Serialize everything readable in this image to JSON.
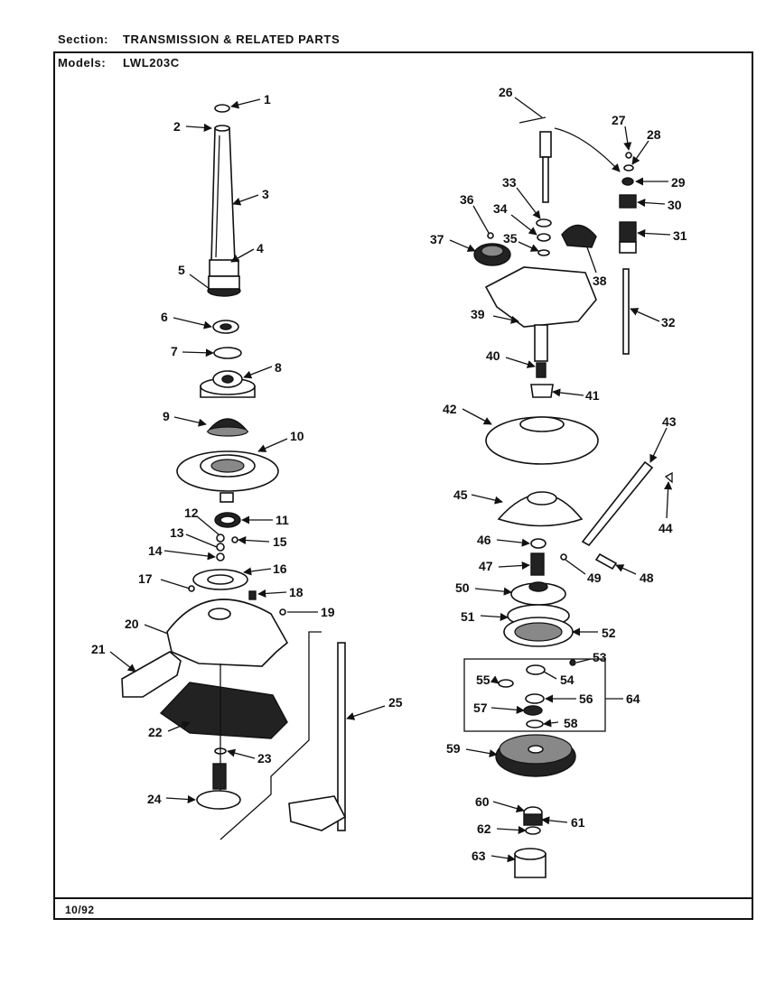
{
  "header": {
    "section_key": "Section:",
    "section_value": "TRANSMISSION & RELATED PARTS",
    "models_key": "Models:",
    "models_value": "LWL203C"
  },
  "footer": {
    "date": "10/92"
  },
  "callouts": [
    "1",
    "2",
    "3",
    "4",
    "5",
    "6",
    "7",
    "8",
    "9",
    "10",
    "11",
    "12",
    "13",
    "14",
    "15",
    "16",
    "17",
    "18",
    "19",
    "20",
    "21",
    "22",
    "23",
    "24",
    "25",
    "26",
    "27",
    "28",
    "29",
    "30",
    "31",
    "32",
    "33",
    "34",
    "35",
    "36",
    "37",
    "38",
    "39",
    "40",
    "41",
    "42",
    "43",
    "44",
    "45",
    "46",
    "47",
    "48",
    "49",
    "50",
    "51",
    "52",
    "53",
    "54",
    "55",
    "56",
    "57",
    "58",
    "59",
    "60",
    "61",
    "62",
    "63",
    "64"
  ]
}
